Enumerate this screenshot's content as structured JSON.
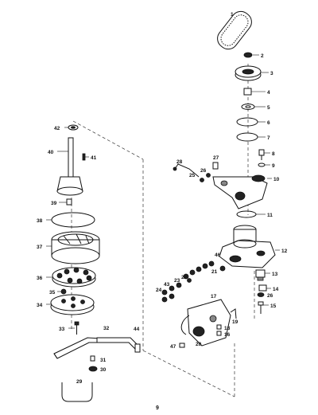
{
  "page_number": "9",
  "labels": [
    "1",
    "2",
    "3",
    "4",
    "5",
    "6",
    "7",
    "8",
    "9",
    "10",
    "11",
    "12",
    "13",
    "14",
    "15",
    "16",
    "17",
    "18",
    "19",
    "20",
    "21",
    "22",
    "23",
    "24",
    "25",
    "26",
    "27",
    "28",
    "29",
    "30",
    "31",
    "32",
    "33",
    "34",
    "35",
    "36",
    "37",
    "38",
    "39",
    "40",
    "41",
    "42",
    "43",
    "44",
    "46",
    "47"
  ],
  "parts": {
    "belt": "1",
    "nut": "2",
    "pulley": "3",
    "key": "4",
    "washer": "5",
    "retaining_ring": "6",
    "seal": "7",
    "screw": "8",
    "washer_small": "9",
    "bracket": "10",
    "oring": "11",
    "housing": "12",
    "block": "13",
    "clip": "14",
    "bolt": "15",
    "screw_small": "16",
    "plate": "17",
    "screw_18": "18",
    "wire_19": "19",
    "coil": "20",
    "part_21": "21",
    "part_22": "22",
    "part_23": "23",
    "part_24": "24",
    "part_25": "25",
    "part_26": "26",
    "part_27": "27",
    "link": "28",
    "u_bolt": "29",
    "nut_30": "30",
    "part_31": "31",
    "lever": "32",
    "bolt_33": "33",
    "plate_34": "34",
    "part_35": "35",
    "stator": "36",
    "flywheel": "37",
    "ring": "38",
    "part_39": "39",
    "shaft": "40",
    "key_41": "41",
    "nut_42": "42",
    "part_43": "43",
    "lever_44": "44",
    "part_46": "46",
    "screw_47": "47"
  }
}
